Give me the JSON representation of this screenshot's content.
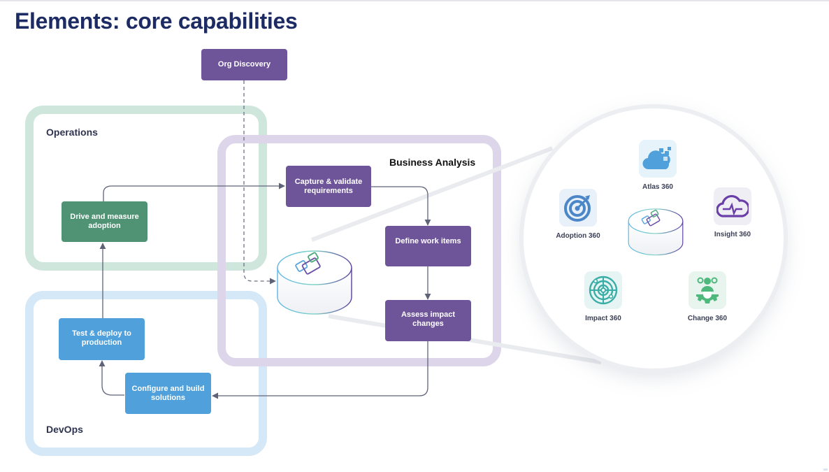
{
  "slide": {
    "title": "Elements: core capabilities"
  },
  "regions": {
    "operations": {
      "label": "Operations",
      "color": "#cfe6dc"
    },
    "devops": {
      "label": "DevOps",
      "color": "#d4e8f7"
    },
    "business_analysis": {
      "label": "Business Analysis",
      "color": "#ddd6ea"
    }
  },
  "nodes": {
    "org_discovery": {
      "label": "Org Discovery",
      "color": "#6e5499"
    },
    "drive_adoption": {
      "label": "Drive and measure adoption",
      "color": "#4f9274"
    },
    "capture_requirements": {
      "label": "Capture & validate requirements",
      "color": "#6e5499"
    },
    "define_work_items": {
      "label": "Define work items",
      "color": "#6e5499"
    },
    "assess_impact": {
      "label": "Assess impact changes",
      "color": "#6e5499"
    },
    "test_deploy": {
      "label": "Test & deploy to production",
      "color": "#4fa0db"
    },
    "configure_build": {
      "label": "Configure and build solutions",
      "color": "#4fa0db"
    }
  },
  "hub": {
    "icon": "elements-platform-cylinder-icon"
  },
  "products": [
    {
      "label": "Atlas 360",
      "icon": "cloud-puzzle-icon",
      "color": "#4fa0db"
    },
    {
      "label": "Adoption 360",
      "icon": "target-arrow-icon",
      "color": "#4a86c8"
    },
    {
      "label": "Insight 360",
      "icon": "cloud-pulse-icon",
      "color": "#6a3fa8"
    },
    {
      "label": "Impact 360",
      "icon": "radar-icon",
      "color": "#3aaea6"
    },
    {
      "label": "Change 360",
      "icon": "team-gear-icon",
      "color": "#4fb87d"
    }
  ],
  "flow": [
    "Org Discovery -> Elements platform (dashed)",
    "Drive and measure adoption -> Capture & validate requirements",
    "Capture & validate requirements -> Define work items",
    "Define work items -> Assess impact changes",
    "Assess impact changes -> Configure and build solutions",
    "Configure and build solutions -> Test & deploy to production",
    "Test & deploy to production -> Drive and measure adoption"
  ]
}
